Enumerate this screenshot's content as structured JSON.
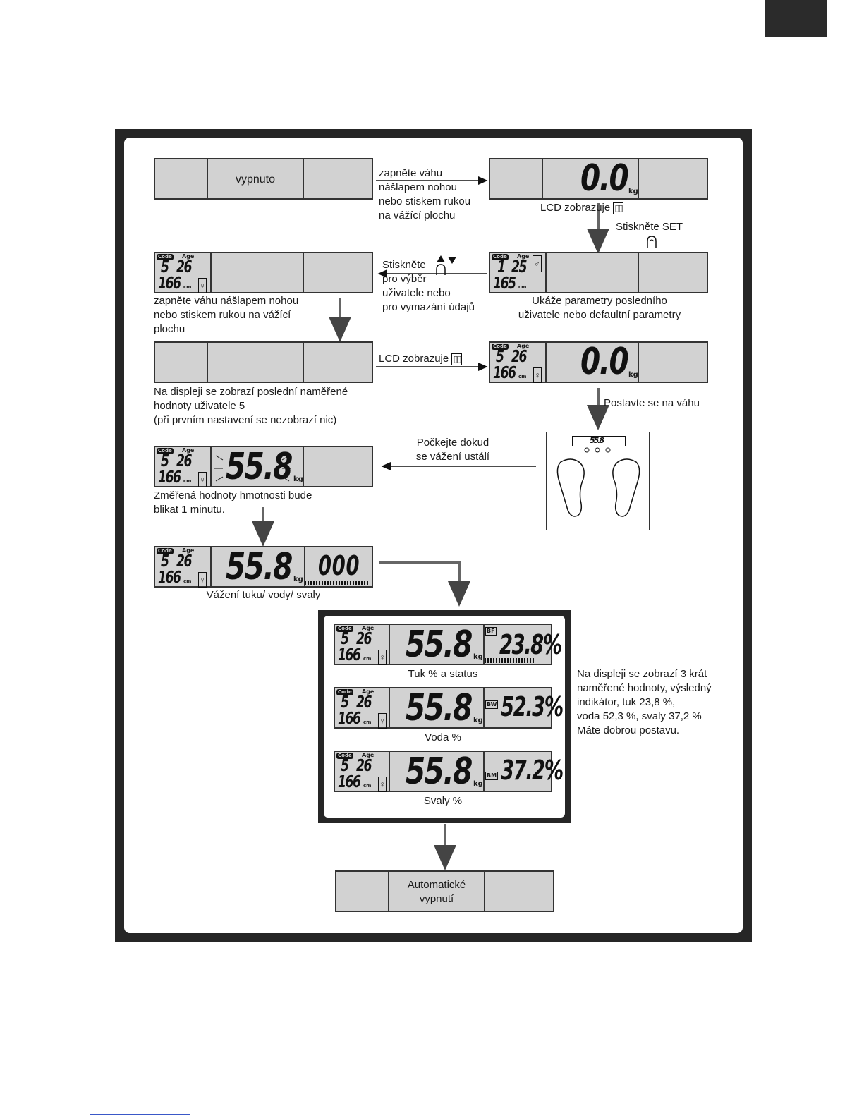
{
  "diagram": {
    "lcd_off": {
      "text": "vypnuto"
    },
    "note_turn_on": [
      "zapněte váhu",
      "nášlapem nohou",
      "nebo stiskem rukou",
      "na vážící plochu"
    ],
    "lcd_zero": {
      "weight": "0.0",
      "unit": "kg"
    },
    "label_lcd_shows": "LCD zobrazuje",
    "label_press_set": "Stiskněte SET",
    "lcd_params_default": {
      "code": "1",
      "age": "25",
      "height": "165",
      "height_unit": "cm",
      "code_badge": "Code",
      "age_label": "Age"
    },
    "label_shows_params": [
      "Ukáže parametry posledního",
      "uživatele nebo defaultní parametry"
    ],
    "note_select_user": [
      "Stiskněte",
      "pro výběr",
      "uživatele nebo",
      "pro vymazání údajů"
    ],
    "lcd_user5": {
      "code": "5",
      "age": "26",
      "height": "166",
      "height_unit": "cm",
      "code_badge": "Code",
      "age_label": "Age"
    },
    "note_turn_on_2": [
      "zapněte váhu nášlapem nohou",
      "nebo stiskem rukou na vážící",
      "plochu"
    ],
    "label_lcd_shows_2": "LCD zobrazuje",
    "lcd_user5_zero": {
      "weight": "0.0",
      "unit": "kg"
    },
    "note_last_values": [
      "Na displeji se zobrazí poslední naměřené",
      "hodnoty uživatele 5",
      "(při prvním nastavení se nezobrazí nic)"
    ],
    "label_stand": "Postavte se na váhu",
    "scale_display": "55.8",
    "note_wait": [
      "Počkejte dokud",
      "se vážení ustálí"
    ],
    "lcd_blink": {
      "weight": "55.8",
      "unit": "kg"
    },
    "note_blink": [
      "Změřená hodnoty hmotnosti bude",
      "blikat 1 minutu."
    ],
    "lcd_measuring": {
      "weight": "55.8",
      "unit": "kg",
      "progress": "000"
    },
    "label_measuring": "Vážení tuku/ vody/ svaly",
    "results": [
      {
        "badge": "BF",
        "value": "23.8%",
        "caption": "Tuk % a status"
      },
      {
        "badge": "BW",
        "value": "52.3%",
        "caption": "Voda %"
      },
      {
        "badge": "BM",
        "value": "37.2%",
        "caption": "Svaly %"
      }
    ],
    "results_weight": "55.8",
    "note_results": [
      "Na displeji se zobrazí 3 krát",
      "naměřené hodnoty, výsledný",
      "indikátor, tuk 23,8 %,",
      "voda 52,3 %, svaly 37,2 %",
      "Máte dobrou postavu."
    ],
    "lcd_auto_off": [
      "Automatické",
      "vypnutí"
    ]
  }
}
